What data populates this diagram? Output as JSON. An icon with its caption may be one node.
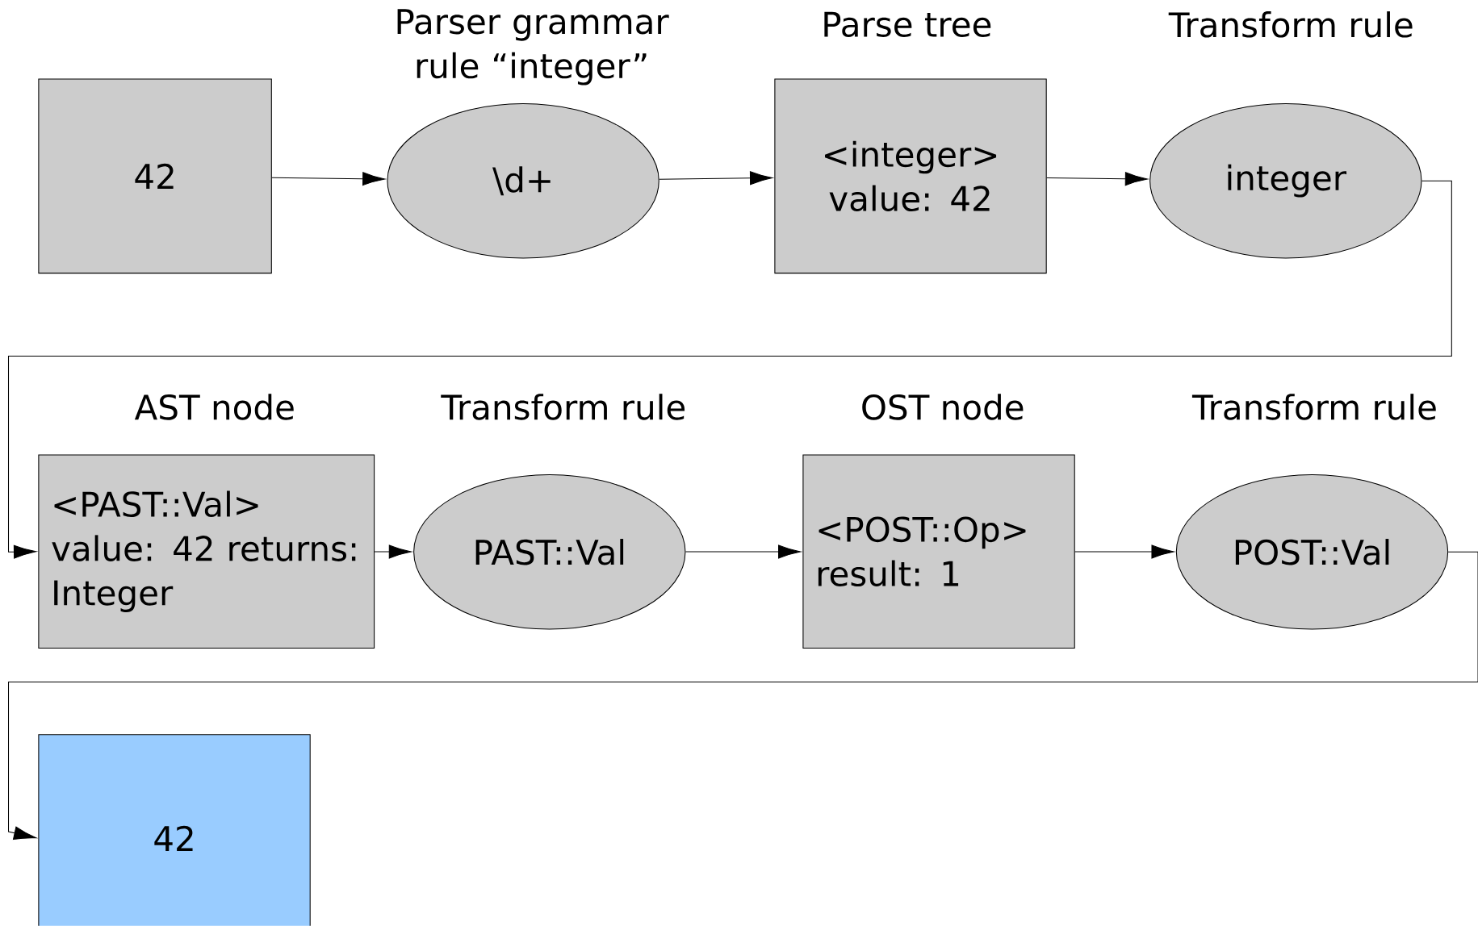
{
  "diagram": {
    "nodes": [
      {
        "text": [
          "42"
        ]
      },
      {
        "text": [
          "Parser grammar rule “integer”",
          "\\d+"
        ]
      },
      {
        "text": [
          "Parse tree",
          "<integer> value: 42"
        ]
      },
      {
        "text": [
          "Transform rule",
          "integer"
        ]
      },
      {
        "text": [
          "AST node",
          "<PAST::Val> value: 42 returns: Integer"
        ]
      },
      {
        "text": [
          "Transform rule",
          "PAST::Val"
        ]
      },
      {
        "text": [
          "OST node",
          "<POST::Op> result: 1"
        ]
      },
      {
        "text": [
          "Transform rule",
          "POST::Val"
        ]
      },
      {
        "text": [
          "42"
        ]
      }
    ],
    "edges": [
      {
        "from": 0,
        "to": 1,
        "arrow": "to"
      },
      {
        "from": 1,
        "to": 2,
        "arrow": "to"
      },
      {
        "from": 2,
        "to": 3,
        "arrow": "to"
      },
      {
        "from": 3,
        "to": 4,
        "arrow": "to"
      },
      {
        "from": 4,
        "to": 5,
        "arrow": "to"
      },
      {
        "from": 5,
        "to": 6,
        "arrow": "to"
      },
      {
        "from": 6,
        "to": 7,
        "arrow": "to"
      },
      {
        "from": 7,
        "to": 8,
        "arrow": "to"
      }
    ]
  }
}
